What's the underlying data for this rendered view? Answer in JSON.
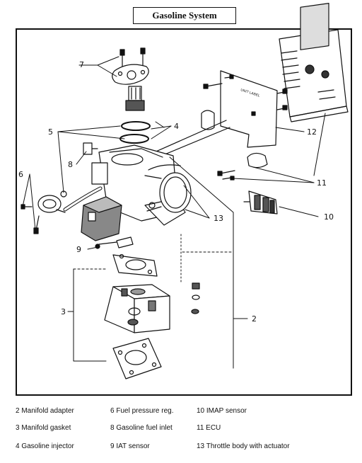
{
  "title": "Gasoline System",
  "callouts": {
    "c2": "2",
    "c3": "3",
    "c4": "4",
    "c5": "5",
    "c6": "6",
    "c7": "7",
    "c8": "8",
    "c9": "9",
    "c10": "10",
    "c11": "11",
    "c12": "12",
    "c13": "13"
  },
  "legend": [
    "2 Manifold adapter",
    "3 Manifold gasket",
    "4 Gasoline injector",
    "6 Fuel pressure reg.",
    "8 Gasoline fuel inlet",
    "9 IAT sensor",
    "10 IMAP sensor",
    "11 ECU",
    "13 Throttle body with actuator"
  ]
}
